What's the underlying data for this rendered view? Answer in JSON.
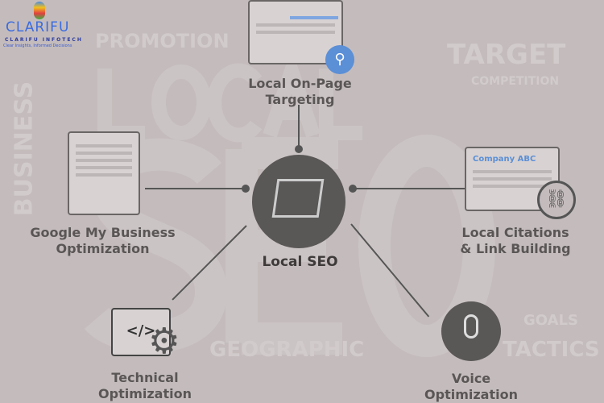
{
  "logo": {
    "name": "CLARIFU",
    "company": "CLARIFU INFOTECH",
    "tagline": "Clear Insights, Informed Decisions"
  },
  "background_words": [
    "PROMOTION",
    "TARGET",
    "COMPETITION",
    "LOCAL",
    "SEO",
    "BUSINESS",
    "GEOGRAPHIC",
    "TACTICS",
    "GOALS"
  ],
  "center": {
    "label": "Local SEO"
  },
  "nodes": [
    {
      "label1": "Local On-Page",
      "label2": "Targeting"
    },
    {
      "label1": "Google My Business",
      "label2": "Optimization"
    },
    {
      "label1": "Local Citations",
      "label2": "& Link Building",
      "card_title": "Company ABC"
    },
    {
      "label1": "Technical",
      "label2": "Optimization",
      "code": "</>"
    },
    {
      "label1": "Voice",
      "label2": "Optimization"
    }
  ],
  "colors": {
    "background": "#c4bcbc",
    "line": "#555555",
    "accent": "#5b8fd6"
  }
}
